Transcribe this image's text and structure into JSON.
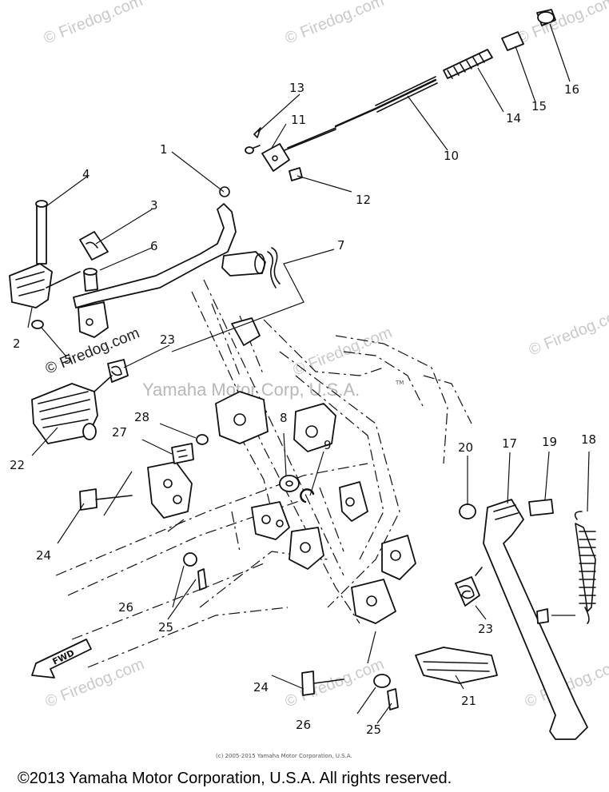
{
  "watermarks": {
    "site": "© Firedog.com",
    "company": "Yamaha Motor Corp, U.S.A.",
    "tm": "TM"
  },
  "fwd_label": "FWD",
  "fine_print": "(c) 2005-2015 Yamaha Motor Corporation, U.S.A.",
  "footer": "©2013 Yamaha Motor Corporation, U.S.A. All rights reserved.",
  "callouts": {
    "c1": "1",
    "c2": "2",
    "c3": "3",
    "c4": "4",
    "c5": "5",
    "c6": "6",
    "c7": "7",
    "c8": "8",
    "c9": "9",
    "c10": "10",
    "c11": "11",
    "c12": "12",
    "c13": "13",
    "c14": "14",
    "c15": "15",
    "c16": "16",
    "c17": "17",
    "c18": "18",
    "c19": "19",
    "c20": "20",
    "c21": "21",
    "c22": "22",
    "c23a": "23",
    "c23b": "23",
    "c24a": "24",
    "c24b": "24",
    "c25a": "25",
    "c25b": "25",
    "c26a": "26",
    "c26b": "26",
    "c27": "27",
    "c28": "28"
  }
}
